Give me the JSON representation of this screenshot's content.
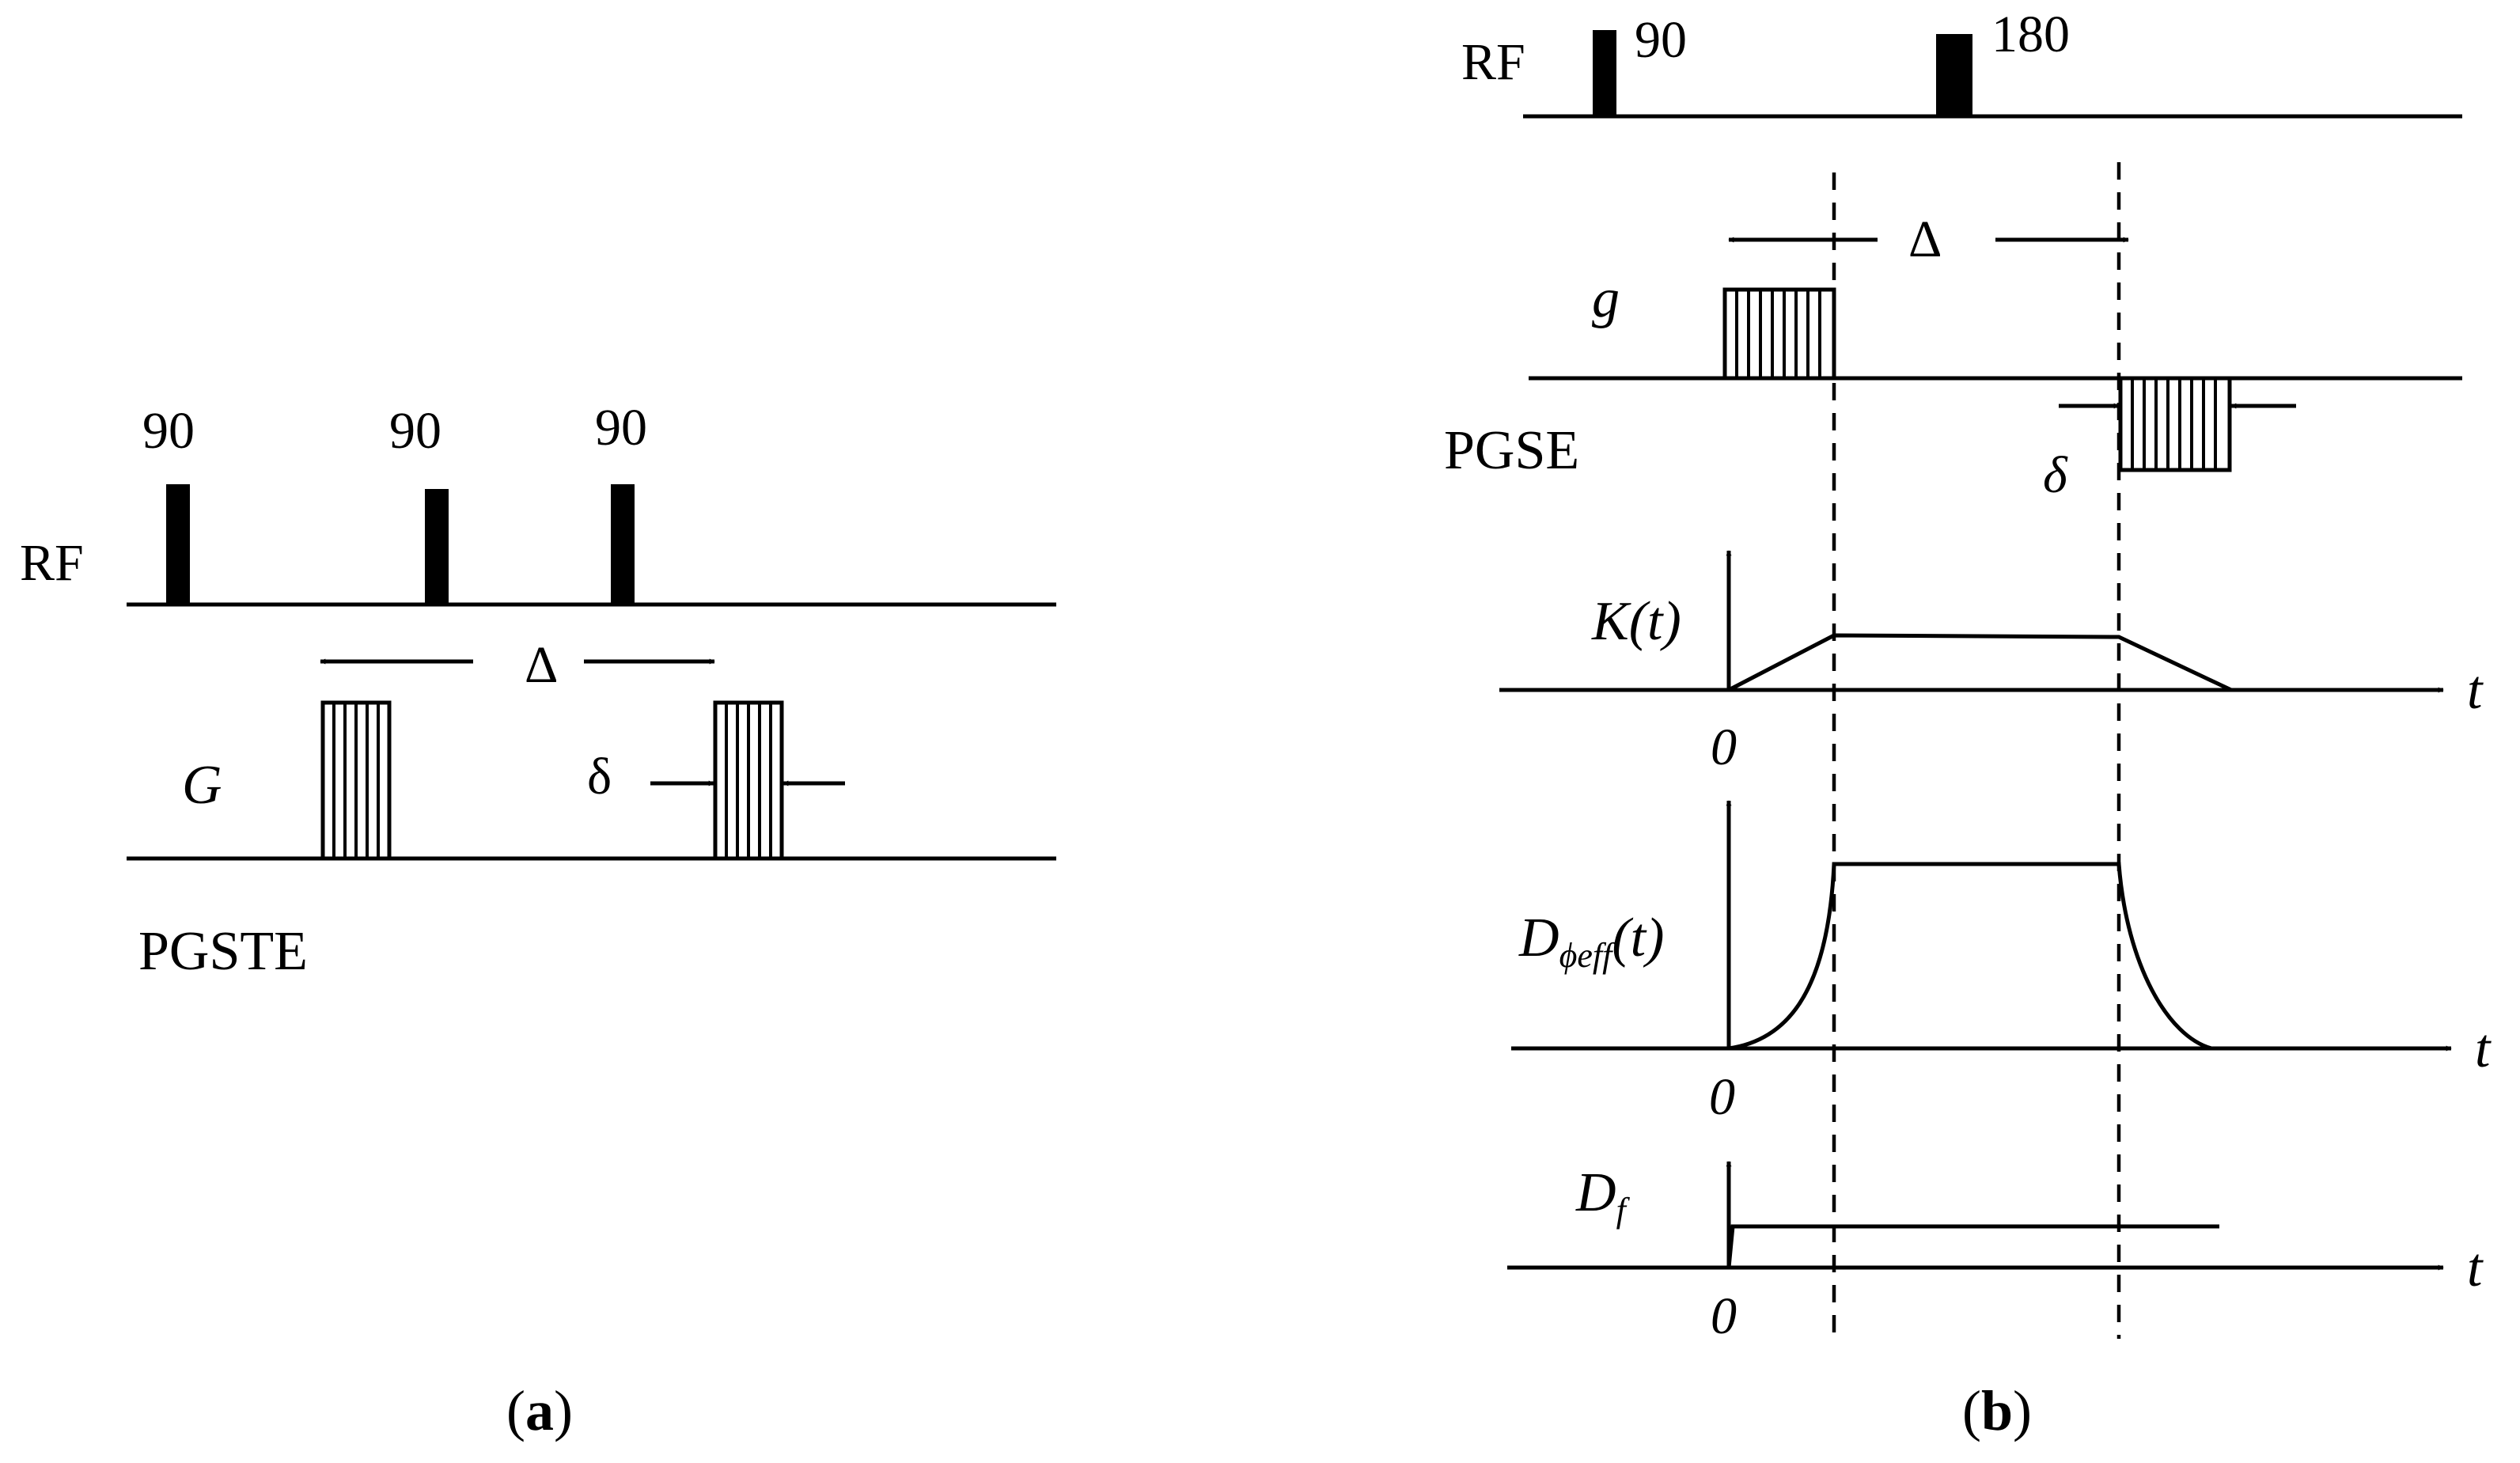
{
  "panel_a": {
    "caption_open": "(",
    "caption_letter": "a",
    "caption_close": ")",
    "rf_label": "RF",
    "pulse_labels": [
      "90",
      "90",
      "90"
    ],
    "gradient_label": "G",
    "delta_big": "Δ",
    "delta_small": "δ",
    "sequence_name": "PGSTE"
  },
  "panel_b": {
    "caption_open": "(",
    "caption_letter": "b",
    "caption_close": ")",
    "rf_label": "RF",
    "pulse_labels": [
      "90",
      "180"
    ],
    "gradient_label": "g",
    "delta_big": "Δ",
    "delta_small": "δ",
    "sequence_name": "PGSE",
    "k_label": "K(t)",
    "d_phi_main": "D",
    "d_phi_sub": "ϕeff",
    "d_phi_tail": "(t)",
    "df_main": "D",
    "df_sub": "f",
    "zero_labels": [
      "0",
      "0",
      "0"
    ],
    "t_labels": [
      "t",
      "t",
      "t"
    ]
  },
  "colors": {
    "ink": "#000000",
    "background": "#ffffff"
  }
}
